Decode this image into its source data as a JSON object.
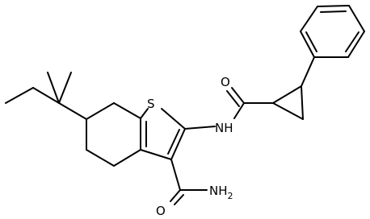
{
  "atoms": {
    "sulfur": "S",
    "amide_nh": "NH",
    "amide_oxygen": "O",
    "carboxamide_oxygen": "O",
    "carboxamide_nh2": "NH",
    "nh2_subscript": "2"
  },
  "colors": {
    "bond": "#000000",
    "label": "#000000",
    "background": "#ffffff"
  }
}
